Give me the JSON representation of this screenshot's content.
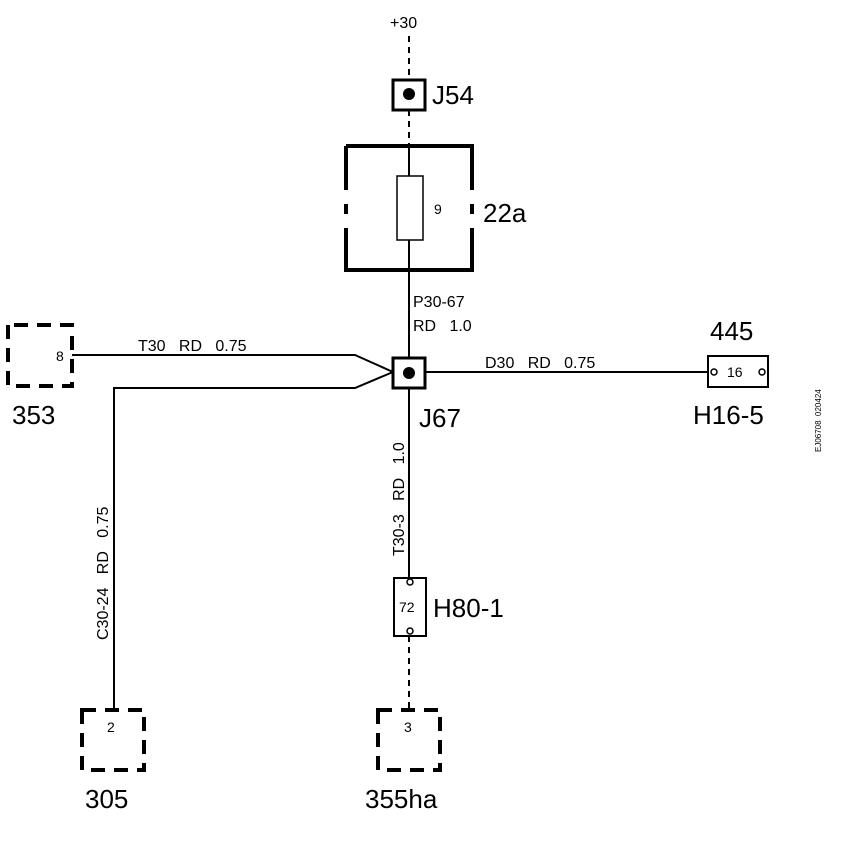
{
  "supply": {
    "label": "+30"
  },
  "j54": {
    "label": "J54"
  },
  "fuse": {
    "label": "22a",
    "number": "9"
  },
  "wire_top": {
    "name": "P30-67",
    "spec": "RD   1.0"
  },
  "left_top_wire": {
    "text": "T30   RD   0.75"
  },
  "j67": {
    "label": "J67"
  },
  "right_wire": {
    "text": "D30   RD   0.75"
  },
  "connector_445": {
    "label": "445",
    "pin": "16",
    "ref": "H16-5"
  },
  "component_353": {
    "label": "353",
    "pin": "8"
  },
  "vertical_wire_center": {
    "text": "T30-3   RD   1.0"
  },
  "vertical_wire_left": {
    "text": "C30-24   RD   0.75"
  },
  "connector_h80": {
    "pin": "72",
    "ref": "H80-1"
  },
  "component_305": {
    "label": "305",
    "pin": "2"
  },
  "component_355ha": {
    "label": "355ha",
    "pin": "3"
  },
  "drawing_id": {
    "text": "EJ06708  020424"
  }
}
